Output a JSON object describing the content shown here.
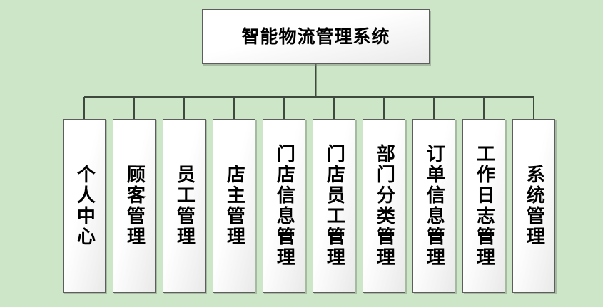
{
  "diagram": {
    "type": "organization-chart",
    "background_color": "#cde6c7",
    "box_fill_color": "#ffffff",
    "box_border_color": "#5d5d5d",
    "connector_color": "#3e4a3e",
    "text_color": "#000000",
    "root": {
      "label": "智能物流管理系统"
    },
    "children": [
      {
        "label": "个人中心"
      },
      {
        "label": "顾客管理"
      },
      {
        "label": "员工管理"
      },
      {
        "label": "店主管理"
      },
      {
        "label": "门店信息管理"
      },
      {
        "label": "门店员工管理"
      },
      {
        "label": "部门分类管理"
      },
      {
        "label": "订单信息管理"
      },
      {
        "label": "工作日志管理"
      },
      {
        "label": "系统管理"
      }
    ]
  }
}
